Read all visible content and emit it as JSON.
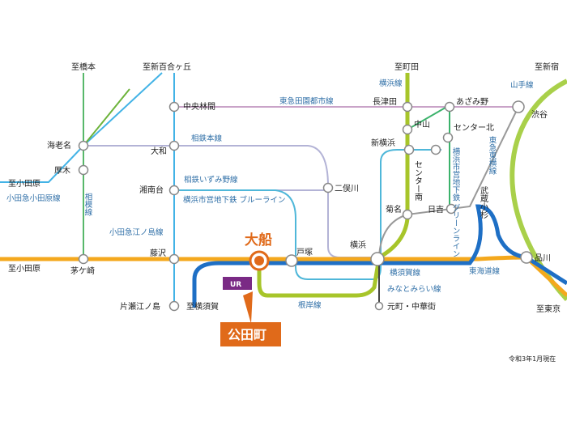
{
  "stations": {
    "hashimoto": "至橋本",
    "shinyurigaoka": "至新百合ヶ丘",
    "machida": "至町田",
    "shinjuku": "至新宿",
    "chuorinkan": "中央林間",
    "nagatsuta": "長津田",
    "azamino": "あざみ野",
    "shibuya": "渋谷",
    "ebina": "海老名",
    "yamato": "大和",
    "nakayama": "中山",
    "centerkita": "センター北",
    "shinyokohama": "新横浜",
    "centerminami": "センター南",
    "atsugi": "厚木",
    "odawara1": "至小田原",
    "shonandai": "湘南台",
    "futamatagawa": "二俣川",
    "kikuna": "菊名",
    "hiyoshi": "日吉",
    "musashikosugi": "武蔵小杉",
    "fujisawa": "藤沢",
    "totsuka": "戸塚",
    "yokohama": "横浜",
    "shinagawa": "品川",
    "odawara2": "至小田原",
    "chigasaki": "茅ケ崎",
    "katasenoshima": "片瀬江ノ島",
    "motomachi": "元町・中華街",
    "tokyo": "至東京",
    "ofuna": "大船",
    "kamiooka": "至横須賀"
  },
  "lines": {
    "yamanote": "山手線",
    "yokohama_line": "横浜線",
    "denentoshi": "東急田園都市線",
    "sotetsu_main": "相鉄本線",
    "green_line": "横浜市営地下鉄 グリーンライン",
    "toyoko": "東急東横線",
    "sotetsu_izumino": "相鉄いずみ野線",
    "blue_line": "横浜市営地下鉄 ブルーライン",
    "odakyu_odawara": "小田急小田原線",
    "sagami": "相模線",
    "odakyu_enoshima": "小田急江ノ島線",
    "yokosuka": "横須賀線",
    "tokaido": "東海道線",
    "minatomirai": "みなとみらい線",
    "negishi": "根岸線"
  },
  "highlight": {
    "label": "公田町",
    "badge": "UR"
  },
  "date_note": "令和3年1月現在",
  "colors": {
    "tokaido": "#f4a81d",
    "yokosuka": "#1e6fc5",
    "negishi": "#a7c52a",
    "yokohama_line": "#a7c52a",
    "odakyu": "#43b3e6",
    "sotetsu": "#b3b3d6",
    "denentoshi": "#c9a3c8",
    "blue_line": "#4fb7d9",
    "green_line": "#3bb26b",
    "sagami": "#58b86a",
    "yamanote": "#a9d04a",
    "toyoko": "#888888",
    "accent": "#e06a1a"
  }
}
